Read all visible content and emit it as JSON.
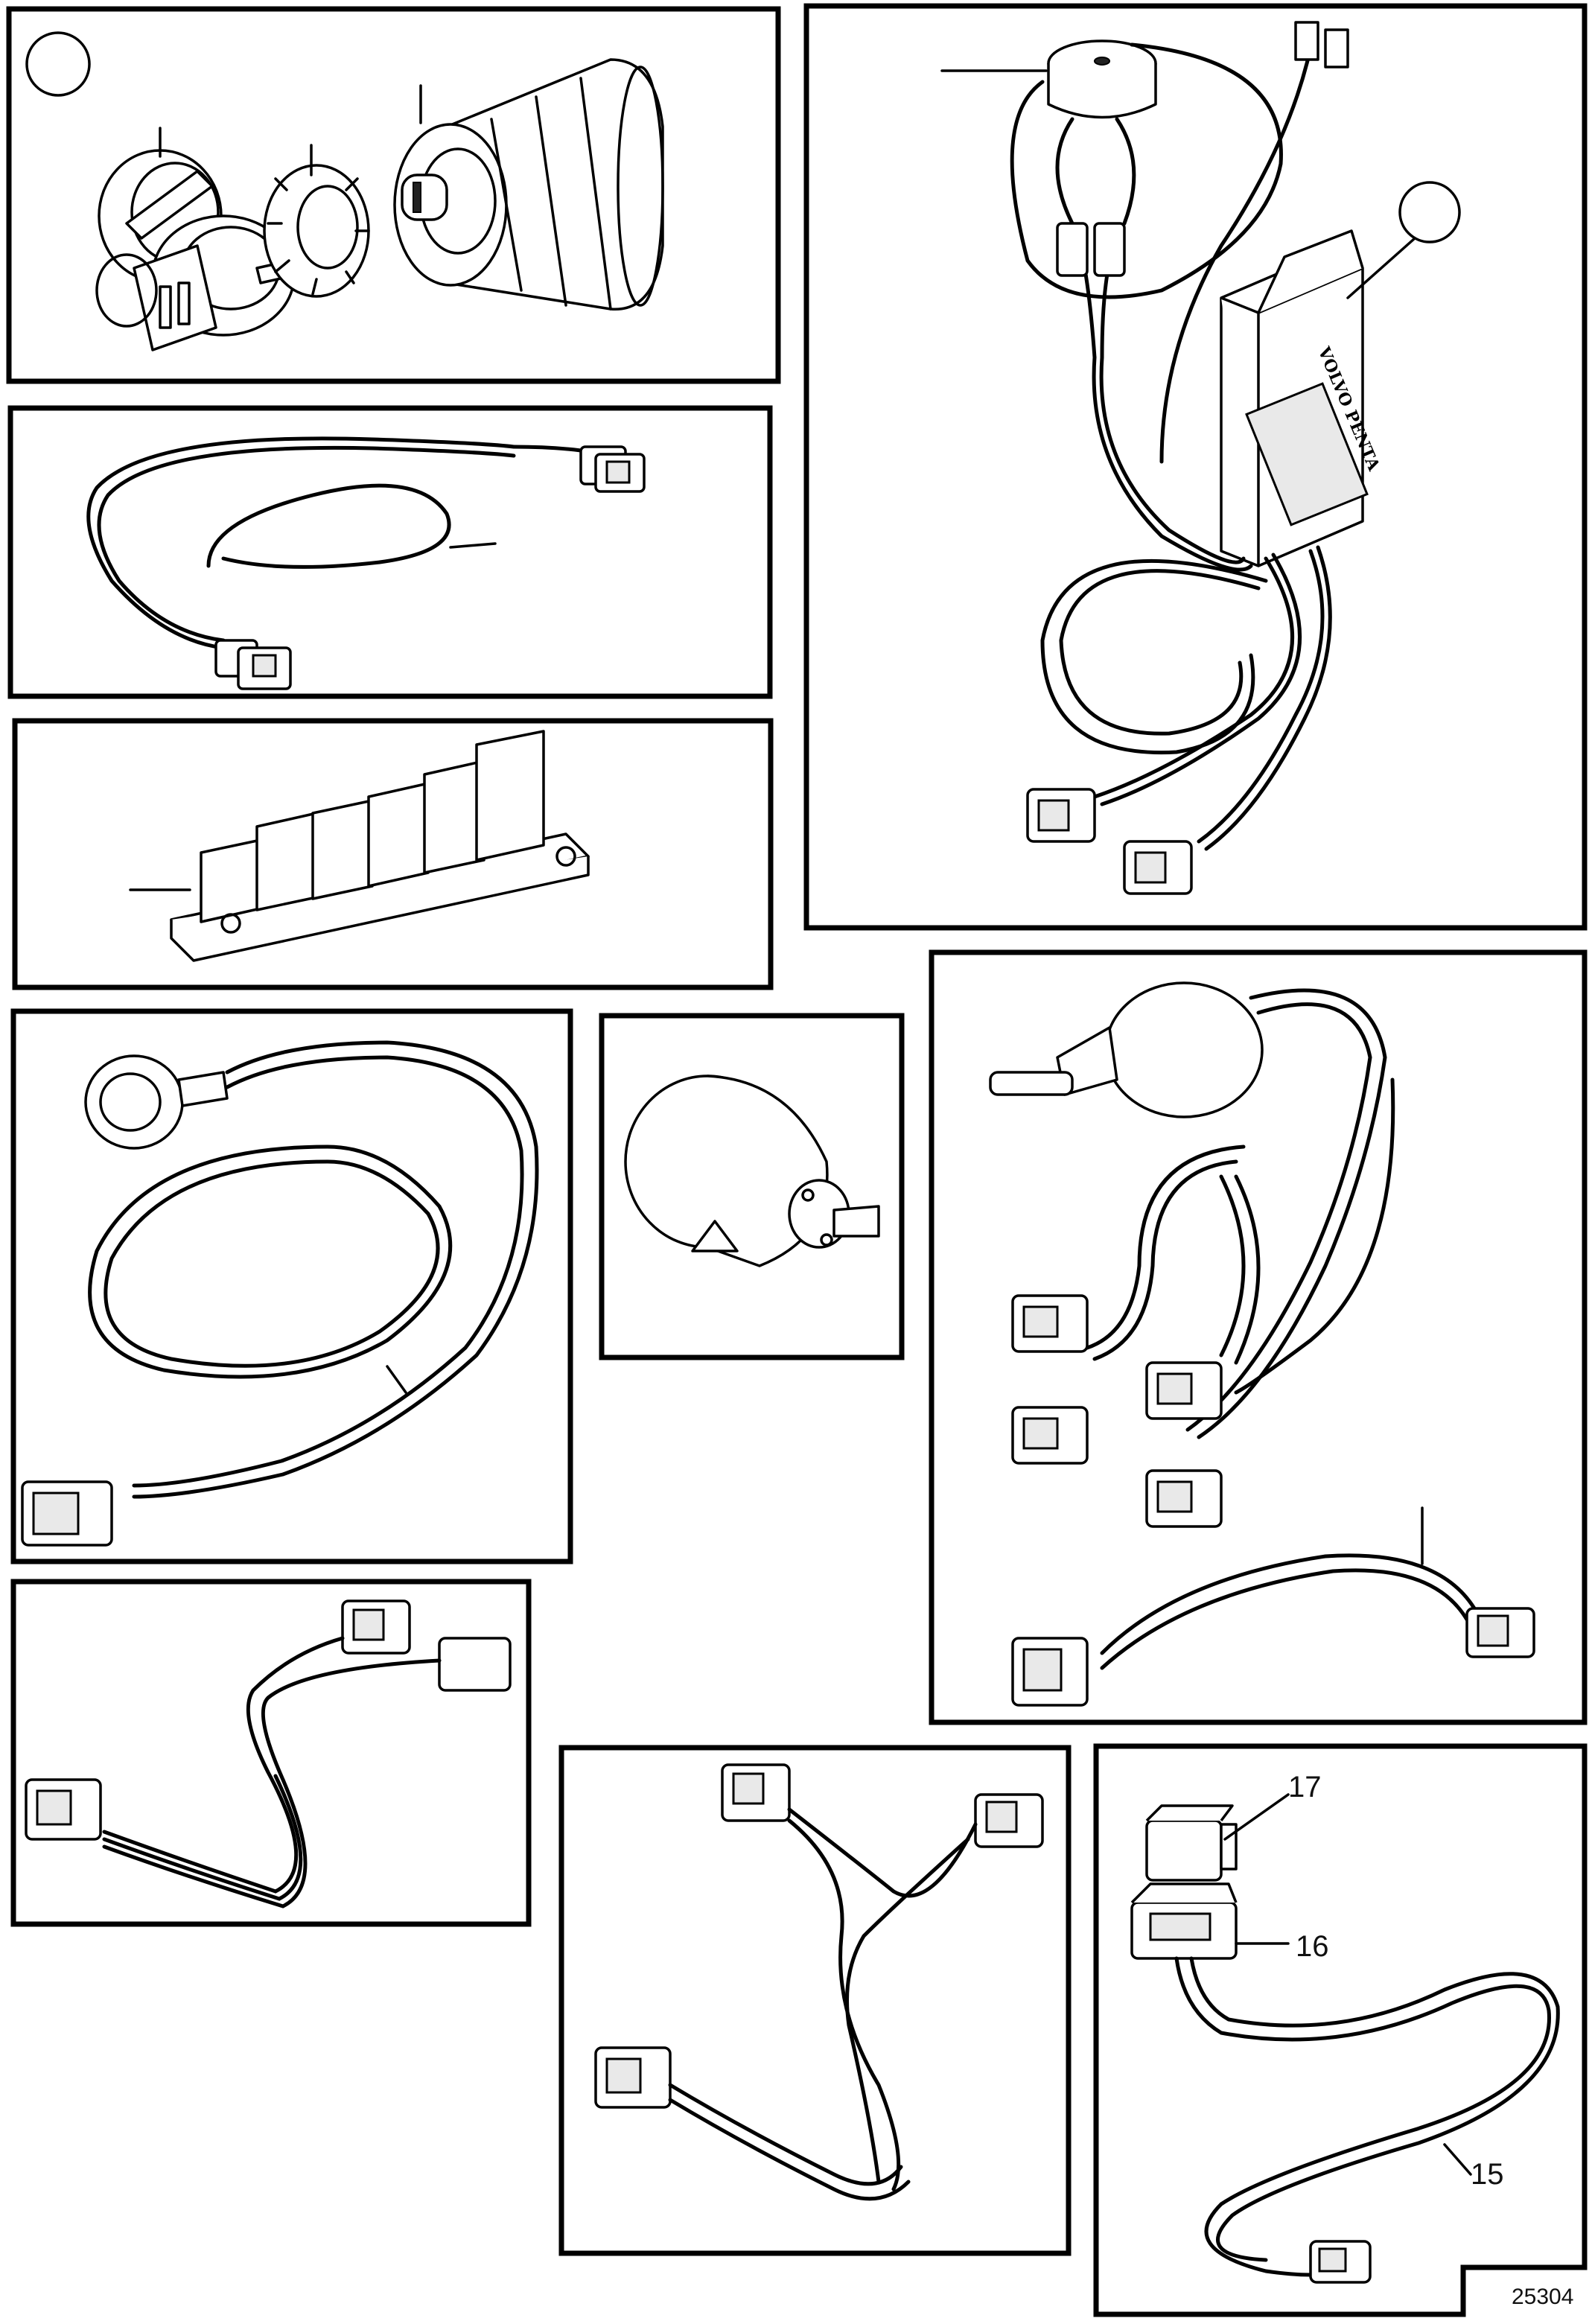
{
  "diagram": {
    "panels": [
      {
        "id": "ignition-switch-kit",
        "callouts": []
      },
      {
        "id": "connector-harness",
        "callouts": []
      },
      {
        "id": "junction-block",
        "callouts": []
      },
      {
        "id": "alarm-module-harness",
        "callouts": []
      },
      {
        "id": "cable-harness-long",
        "callouts": []
      },
      {
        "id": "sender-unit",
        "callouts": []
      },
      {
        "id": "sender-with-branch-harness",
        "callouts": []
      },
      {
        "id": "y-harness-small",
        "callouts": []
      },
      {
        "id": "y-harness-large",
        "callouts": []
      },
      {
        "id": "relay-harness",
        "callouts": [
          "17",
          "16",
          "15"
        ]
      }
    ],
    "labels": {
      "relay": "17",
      "relay_holder": "16",
      "relay_cable": "15",
      "figure_number": "25304"
    },
    "module_brand": "VOLVO PENTA"
  }
}
